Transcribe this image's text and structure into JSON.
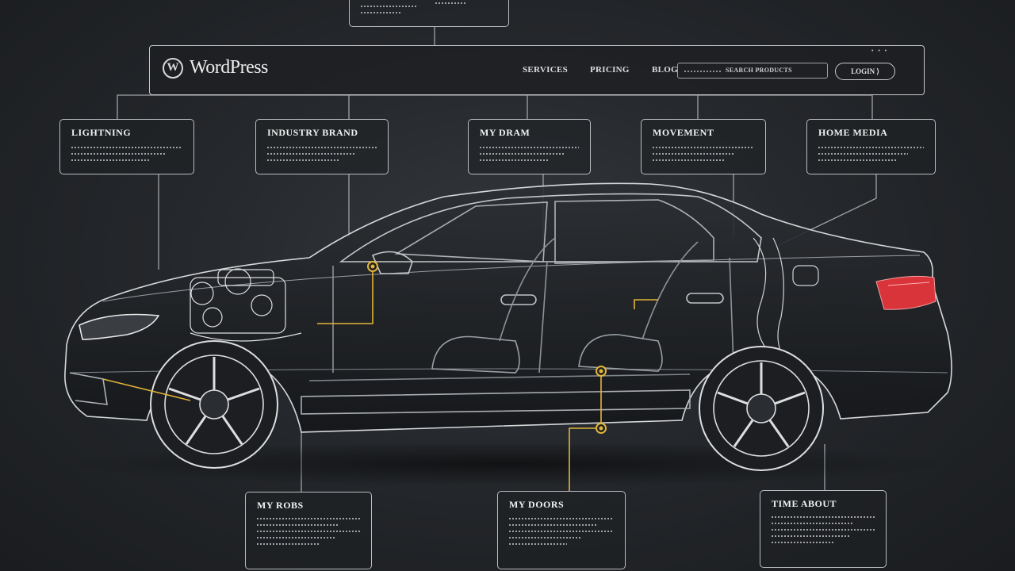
{
  "header": {
    "logo_mark": "W",
    "logo_text": "WordPress",
    "nav": [
      "SERVICES",
      "PRICING",
      "BLOG"
    ],
    "search_placeholder": "SEARCH PRODUCTS",
    "login_label": "LOGIN",
    "login_icon": "login-icon"
  },
  "callouts_top": [
    {
      "title": "LIGHTNING"
    },
    {
      "title": "INDUSTRY BRAND"
    },
    {
      "title": "MY DRAM"
    },
    {
      "title": "MOVEMENT"
    },
    {
      "title": "HOME MEDIA"
    }
  ],
  "callouts_bottom": [
    {
      "title": "MY ROBS"
    },
    {
      "title": "MY DOORS"
    },
    {
      "title": "TIME ABOUT"
    }
  ],
  "colors": {
    "background": "#25282c",
    "line": "#b9bcc0",
    "accent": "#e2b53a",
    "taillight": "#d8343a"
  }
}
